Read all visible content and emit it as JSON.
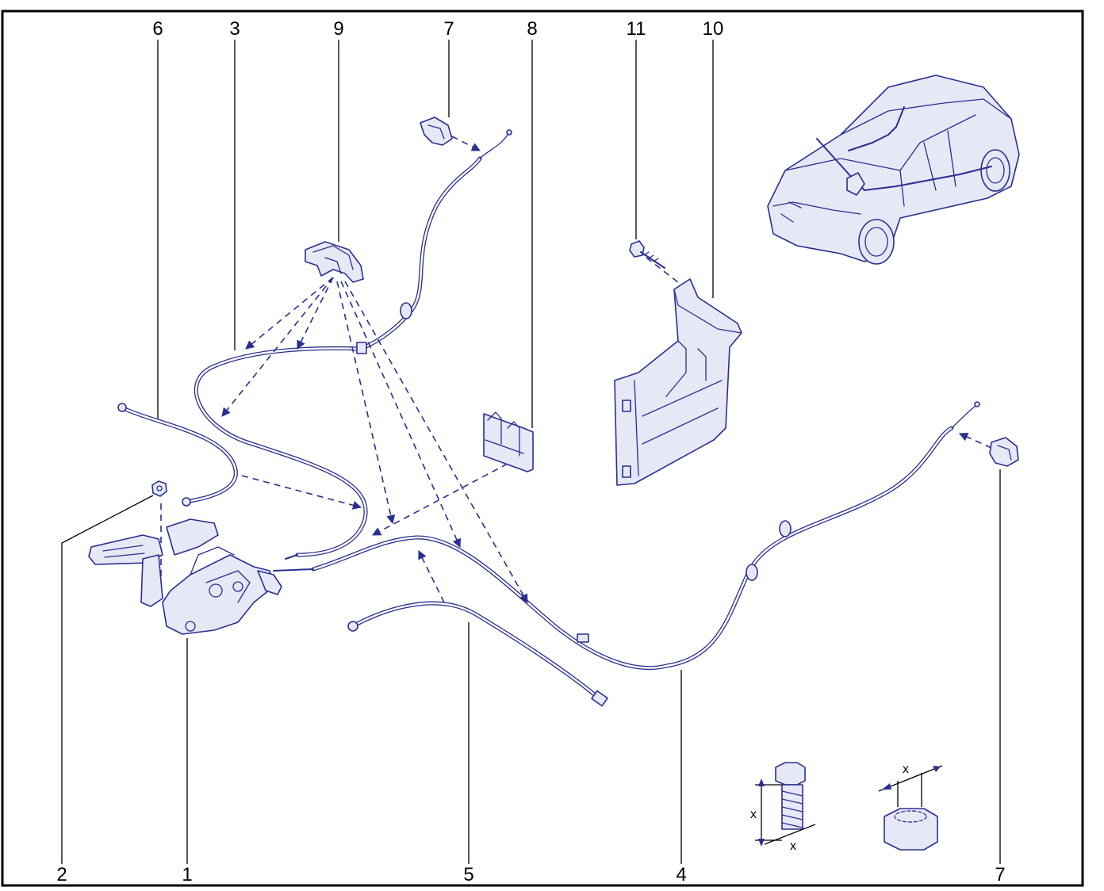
{
  "diagram": {
    "part_labels": [
      "6",
      "3",
      "9",
      "7",
      "8",
      "11",
      "10",
      "2",
      "1",
      "5",
      "4",
      "7"
    ],
    "dimension_label": "x",
    "colors": {
      "line": "#2a2f8f",
      "fill": "#e6e8f6",
      "frame": "#000000"
    }
  }
}
